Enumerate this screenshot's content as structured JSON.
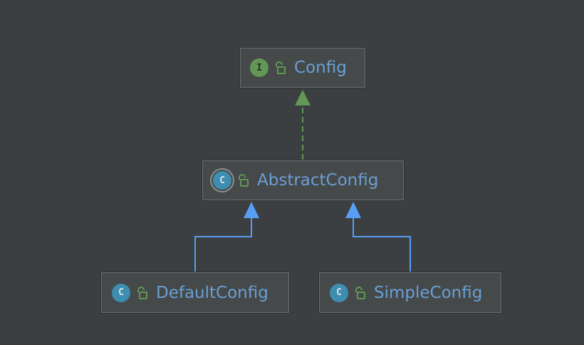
{
  "diagram": {
    "nodes": [
      {
        "id": "config",
        "name": "Config",
        "kind": "interface",
        "kind_letter": "I"
      },
      {
        "id": "abstract",
        "name": "AbstractConfig",
        "kind": "abstract-class",
        "kind_letter": "C"
      },
      {
        "id": "default",
        "name": "DefaultConfig",
        "kind": "class",
        "kind_letter": "C"
      },
      {
        "id": "simple",
        "name": "SimpleConfig",
        "kind": "class",
        "kind_letter": "C"
      }
    ],
    "edges": [
      {
        "from": "abstract",
        "to": "config",
        "relation": "implements",
        "style": "dashed",
        "color": "#629755"
      },
      {
        "from": "default",
        "to": "abstract",
        "relation": "extends",
        "style": "solid",
        "color": "#589df6"
      },
      {
        "from": "simple",
        "to": "abstract",
        "relation": "extends",
        "style": "solid",
        "color": "#589df6"
      }
    ]
  },
  "colors": {
    "background": "#3c3f41",
    "node_fill": "#45494a",
    "node_text": "#6a9fd4",
    "interface_badge": "#629755",
    "class_badge": "#3d8eb0",
    "access_icon": "#629755"
  }
}
